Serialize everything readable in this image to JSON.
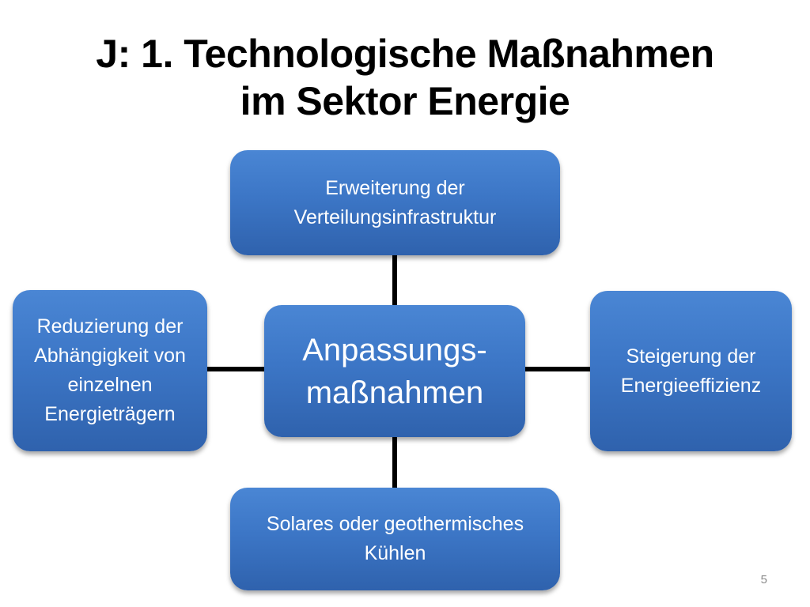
{
  "slide": {
    "title_line1": "J: 1. Technologische Maßnahmen",
    "title_line2": "im Sektor Energie",
    "page_number": "5"
  },
  "diagram": {
    "center": "Anpassungs-maßnahmen",
    "top": "Erweiterung der Verteilungsinfrastruktur",
    "left": "Reduzierung der Abhängigkeit von einzelnen Energieträgern",
    "right": "Steigerung der Energieeffizienz",
    "bottom": "Solares oder geothermisches Kühlen"
  },
  "colors": {
    "node_fill": "#3c76c6",
    "node_text": "#ffffff",
    "connector": "#000000"
  }
}
